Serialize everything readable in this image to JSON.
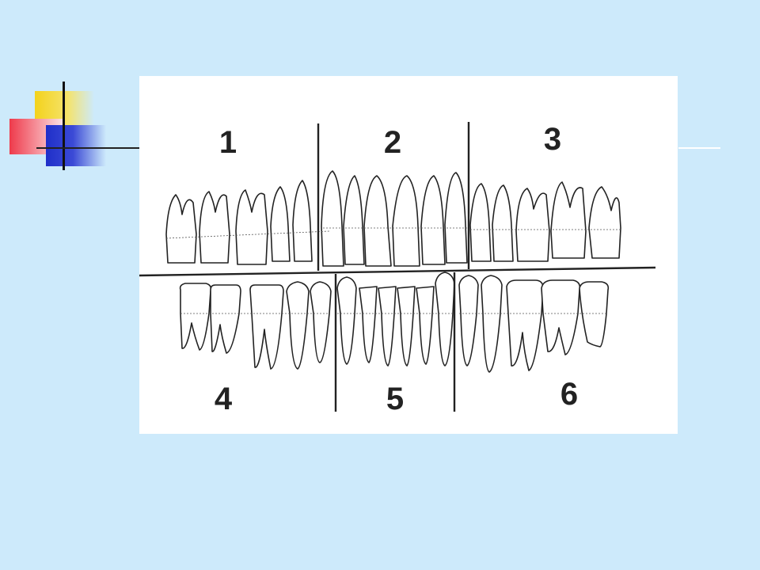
{
  "slide": {
    "background_color": "#cdeafb",
    "accent_colors": {
      "yellow": "#f3d21c",
      "red": "#ee3a4b",
      "blue": "#1f2fc9"
    }
  },
  "diagram": {
    "sections": {
      "upper": [
        "1",
        "2",
        "3"
      ],
      "lower": [
        "4",
        "5",
        "6"
      ]
    }
  }
}
